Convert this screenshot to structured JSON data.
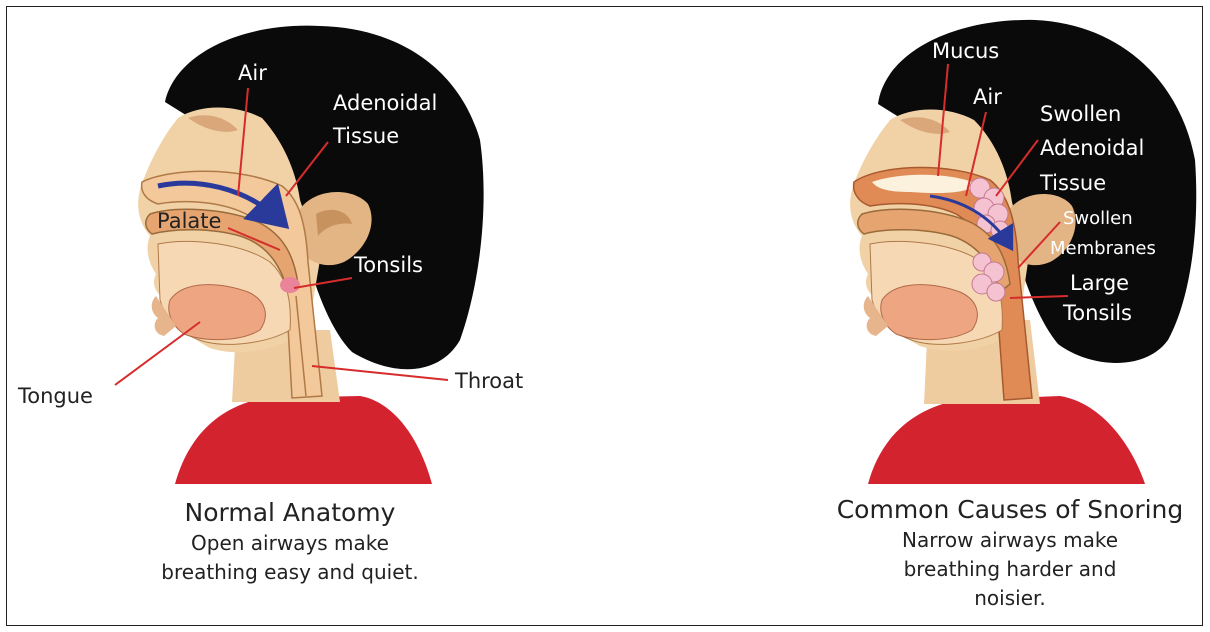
{
  "left_panel": {
    "labels": {
      "air": "Air",
      "adenoidal_tissue_l1": "Adenoidal",
      "adenoidal_tissue_l2": "Tissue",
      "palate": "Palate",
      "tonsils": "Tonsils",
      "tongue": "Tongue",
      "throat": "Throat"
    },
    "caption": {
      "title": "Normal Anatomy",
      "line1": "Open airways make",
      "line2": "breathing easy and quiet."
    }
  },
  "right_panel": {
    "labels": {
      "mucus": "Mucus",
      "air": "Air",
      "swollen_adenoidal_l1": "Swollen",
      "swollen_adenoidal_l2": "Adenoidal",
      "swollen_adenoidal_l3": "Tissue",
      "swollen_membranes_l1": "Swollen",
      "swollen_membranes_l2": "Membranes",
      "large_tonsils_l1": "Large",
      "large_tonsils_l2": "Tonsils"
    },
    "caption": {
      "title": "Common Causes of Snoring",
      "line1": "Narrow airways make",
      "line2": "breathing harder and",
      "line3": "noisier."
    }
  },
  "colors": {
    "hair": "#0a0a0a",
    "skin": "#f1d2a6",
    "skin_shadow": "#d9a779",
    "shirt": "#d3232f",
    "tissue": "#e5a470",
    "throat": "#e08a55",
    "tongue": "#eea682",
    "tonsil": "#f2b5c8",
    "leader_line": "#d62c2c",
    "air_arrow": "#2a3a9a"
  }
}
